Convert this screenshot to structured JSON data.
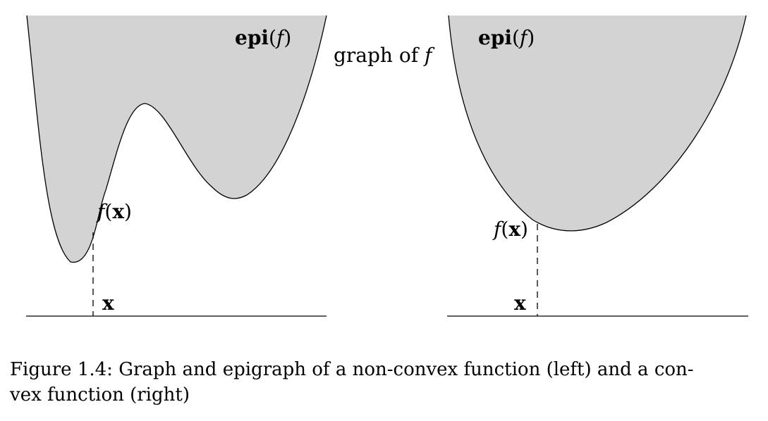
{
  "left_panel": {
    "epi_bold": "epi",
    "epi_paren_open": "(",
    "epi_var": "f",
    "epi_paren_close": ")",
    "graph_label_word": "graph of ",
    "graph_label_var": "f",
    "fx_var": "f",
    "fx_open": "(",
    "fx_x": "x",
    "fx_close": ")",
    "x_label": "x"
  },
  "right_panel": {
    "epi_bold": "epi",
    "epi_paren_open": "(",
    "epi_var": "f",
    "epi_paren_close": ")",
    "fx_var": "f",
    "fx_open": "(",
    "fx_x": "x",
    "fx_close": ")",
    "x_label": "x"
  },
  "caption": {
    "line1": "Figure 1.4: Graph and epigraph of a non-convex function (left) and a con-",
    "line2": "vex function (right)"
  },
  "colors": {
    "epigraph_fill": "#d3d3d3",
    "stroke": "#000000"
  }
}
